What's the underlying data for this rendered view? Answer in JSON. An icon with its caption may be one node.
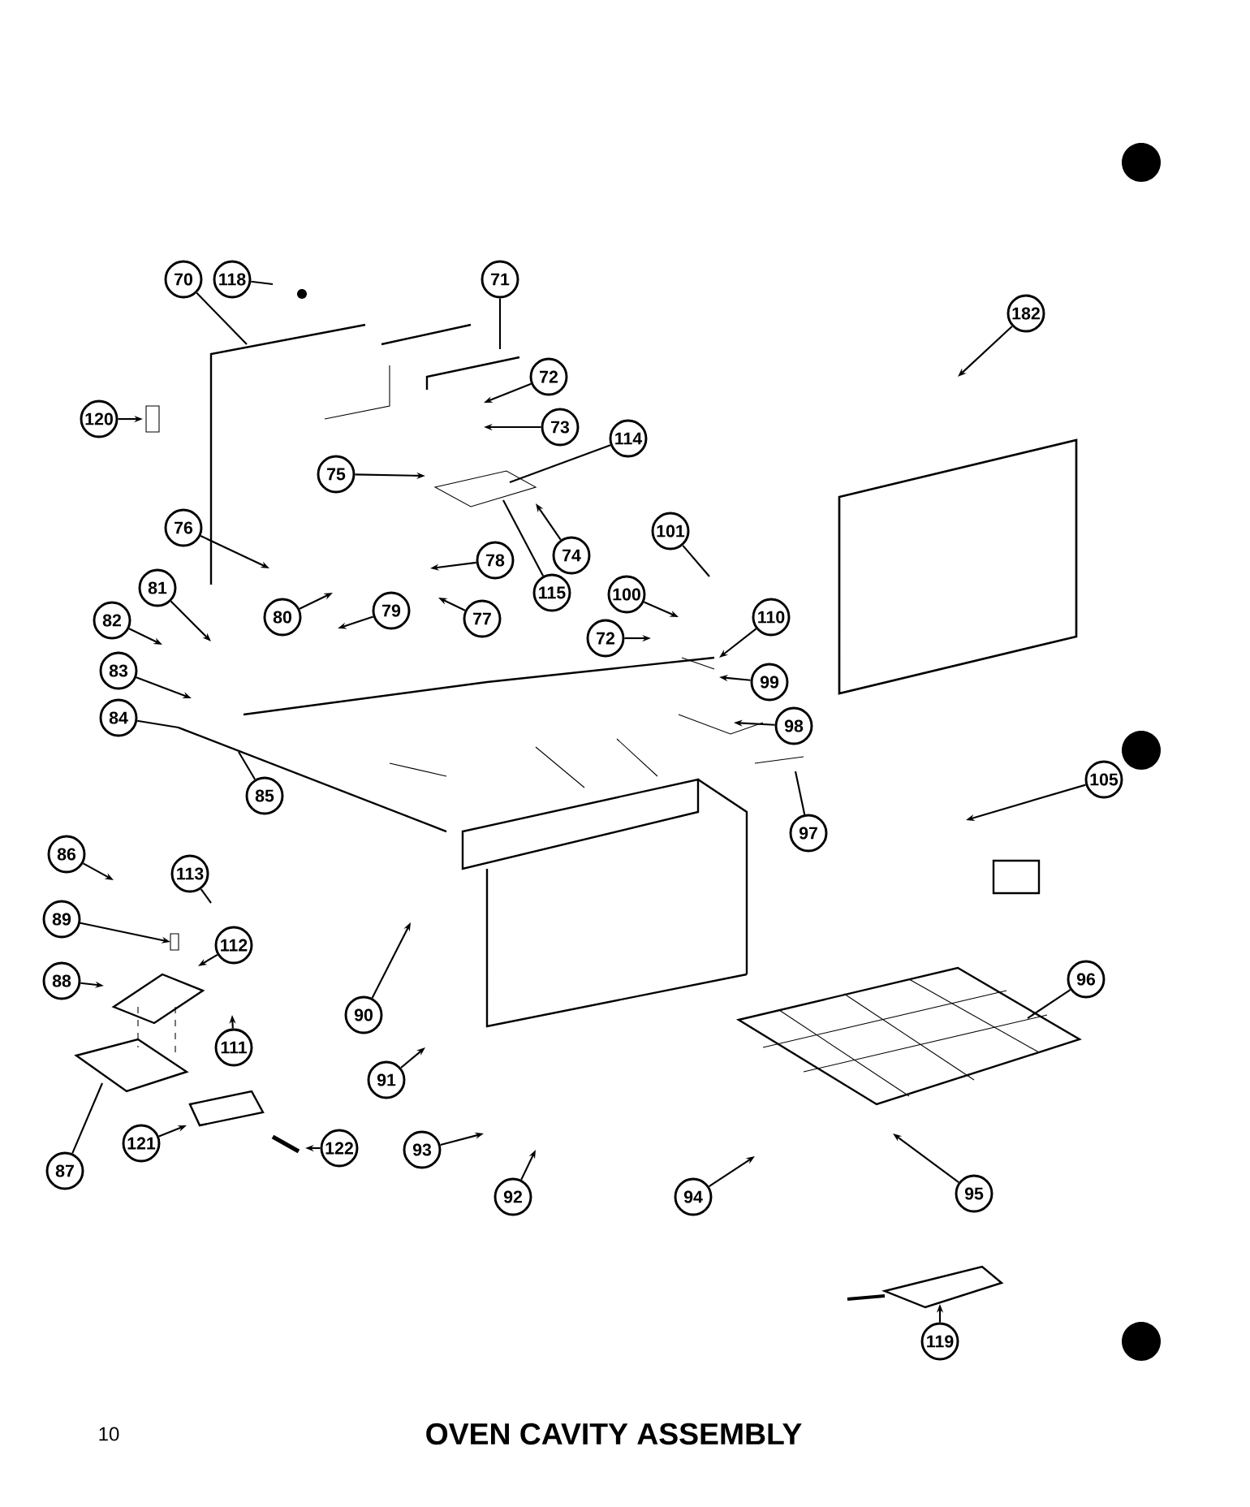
{
  "diagram": {
    "title": "OVEN CAVITY ASSEMBLY",
    "nodes": [
      {
        "text": [
          "70"
        ]
      },
      {
        "text": [
          "118"
        ]
      },
      {
        "text": [
          "71"
        ]
      },
      {
        "text": [
          "182"
        ]
      },
      {
        "text": [
          "72"
        ]
      },
      {
        "text": [
          "120"
        ]
      },
      {
        "text": [
          "73"
        ]
      },
      {
        "text": [
          "114"
        ]
      },
      {
        "text": [
          "75"
        ]
      },
      {
        "text": [
          "101"
        ]
      },
      {
        "text": [
          "76"
        ]
      },
      {
        "text": [
          "78"
        ]
      },
      {
        "text": [
          "74"
        ]
      },
      {
        "text": [
          "115"
        ]
      },
      {
        "text": [
          "100"
        ]
      },
      {
        "text": [
          "81"
        ]
      },
      {
        "text": [
          "80"
        ]
      },
      {
        "text": [
          "79"
        ]
      },
      {
        "text": [
          "77"
        ]
      },
      {
        "text": [
          "72"
        ]
      },
      {
        "text": [
          "110"
        ]
      },
      {
        "text": [
          "82"
        ]
      },
      {
        "text": [
          "83"
        ]
      },
      {
        "text": [
          "99"
        ]
      },
      {
        "text": [
          "84"
        ]
      },
      {
        "text": [
          "98"
        ]
      },
      {
        "text": [
          "105"
        ]
      },
      {
        "text": [
          "85"
        ]
      },
      {
        "text": [
          "97"
        ]
      },
      {
        "text": [
          "86"
        ]
      },
      {
        "text": [
          "113"
        ]
      },
      {
        "text": [
          "89"
        ]
      },
      {
        "text": [
          "112"
        ]
      },
      {
        "text": [
          "88"
        ]
      },
      {
        "text": [
          "96"
        ]
      },
      {
        "text": [
          "90"
        ]
      },
      {
        "text": [
          "111"
        ]
      },
      {
        "text": [
          "91"
        ]
      },
      {
        "text": [
          "87"
        ]
      },
      {
        "text": [
          "121"
        ]
      },
      {
        "text": [
          "122"
        ]
      },
      {
        "text": [
          "93"
        ]
      },
      {
        "text": [
          "92"
        ]
      },
      {
        "text": [
          "94"
        ]
      },
      {
        "text": [
          "95"
        ]
      },
      {
        "text": [
          "119"
        ]
      }
    ],
    "edges": [
      {
        "from": 0,
        "to": null,
        "arrow": "none"
      },
      {
        "from": 1,
        "to": null,
        "arrow": "none"
      },
      {
        "from": 2,
        "to": null,
        "arrow": "none"
      },
      {
        "from": 3,
        "to": null,
        "arrow": "to"
      },
      {
        "from": 4,
        "to": null,
        "arrow": "to"
      },
      {
        "from": 5,
        "to": null,
        "arrow": "to"
      },
      {
        "from": 6,
        "to": null,
        "arrow": "to"
      },
      {
        "from": 7,
        "to": null,
        "arrow": "none"
      },
      {
        "from": 8,
        "to": null,
        "arrow": "to"
      },
      {
        "from": 9,
        "to": null,
        "arrow": "none"
      },
      {
        "from": 10,
        "to": null,
        "arrow": "to"
      },
      {
        "from": 11,
        "to": null,
        "arrow": "to"
      },
      {
        "from": 12,
        "to": null,
        "arrow": "to"
      },
      {
        "from": 13,
        "to": null,
        "arrow": "none"
      },
      {
        "from": 14,
        "to": null,
        "arrow": "to"
      },
      {
        "from": 15,
        "to": null,
        "arrow": "to"
      },
      {
        "from": 16,
        "to": null,
        "arrow": "to"
      },
      {
        "from": 17,
        "to": null,
        "arrow": "to"
      },
      {
        "from": 18,
        "to": null,
        "arrow": "to"
      },
      {
        "from": 19,
        "to": null,
        "arrow": "to"
      },
      {
        "from": 20,
        "to": null,
        "arrow": "to"
      },
      {
        "from": 21,
        "to": null,
        "arrow": "to"
      },
      {
        "from": 22,
        "to": null,
        "arrow": "to"
      },
      {
        "from": 23,
        "to": null,
        "arrow": "to"
      },
      {
        "from": 24,
        "to": null,
        "arrow": "none"
      },
      {
        "from": 25,
        "to": null,
        "arrow": "to"
      },
      {
        "from": 26,
        "to": null,
        "arrow": "to"
      },
      {
        "from": 27,
        "to": null,
        "arrow": "none"
      },
      {
        "from": 28,
        "to": null,
        "arrow": "none"
      },
      {
        "from": 29,
        "to": null,
        "arrow": "to"
      },
      {
        "from": 30,
        "to": null,
        "arrow": "none"
      },
      {
        "from": 31,
        "to": null,
        "arrow": "to"
      },
      {
        "from": 32,
        "to": null,
        "arrow": "to"
      },
      {
        "from": 33,
        "to": null,
        "arrow": "to"
      },
      {
        "from": 34,
        "to": null,
        "arrow": "none"
      },
      {
        "from": 35,
        "to": null,
        "arrow": "to"
      },
      {
        "from": 36,
        "to": null,
        "arrow": "to"
      },
      {
        "from": 37,
        "to": null,
        "arrow": "to"
      },
      {
        "from": 38,
        "to": null,
        "arrow": "none"
      },
      {
        "from": 39,
        "to": null,
        "arrow": "to"
      },
      {
        "from": 40,
        "to": null,
        "arrow": "to"
      },
      {
        "from": 41,
        "to": null,
        "arrow": "to"
      },
      {
        "from": 42,
        "to": null,
        "arrow": "to"
      },
      {
        "from": 43,
        "to": null,
        "arrow": "to"
      },
      {
        "from": 44,
        "to": null,
        "arrow": "to"
      },
      {
        "from": 45,
        "to": null,
        "arrow": "to"
      }
    ],
    "labels": [
      "10"
    ]
  }
}
